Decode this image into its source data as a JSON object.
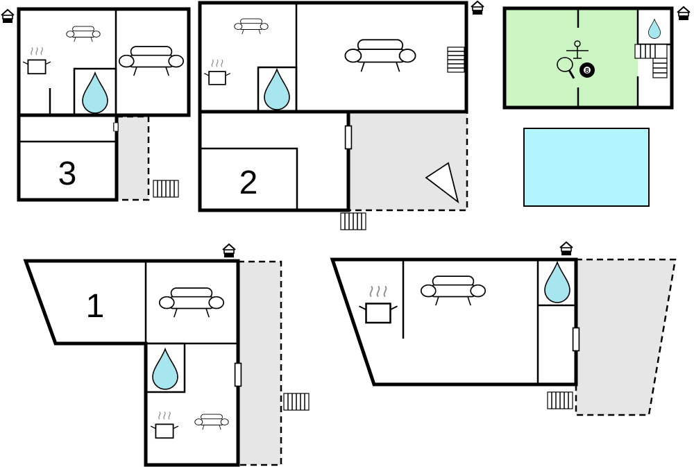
{
  "floors": [
    {
      "label": "3"
    },
    {
      "label": "2"
    },
    {
      "label": "1"
    }
  ],
  "game_room": {
    "billiard_ball_label": "8"
  },
  "colors": {
    "wall": "#000000",
    "outdoor_terrace": "#e6e6e6",
    "game_room_floor": "#ccf5c4",
    "pool_water": "#b3f5ff",
    "bathroom_drop": "#a8e6ef",
    "background": "#ffffff"
  },
  "icons": [
    "sofa-icon",
    "kitchen-pot-icon",
    "bathroom-water-drop-icon",
    "staircase-icon",
    "entrance-house-icon",
    "table-tennis-icon",
    "billiard-ball-icon",
    "table-football-icon",
    "window-icon",
    "terrace-corner-icon",
    "swimming-pool"
  ]
}
